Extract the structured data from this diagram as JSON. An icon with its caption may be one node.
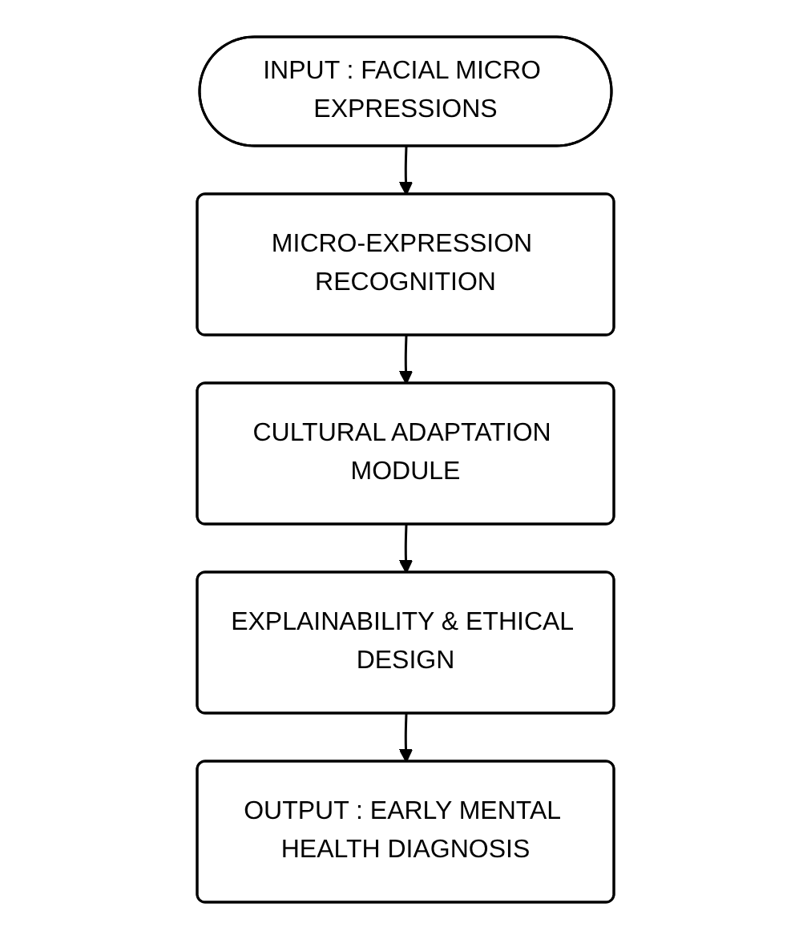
{
  "diagram": {
    "nodes": [
      {
        "text": [
          "INPUT : FACIAL MICRO EXPRESSIONS"
        ]
      },
      {
        "text": [
          "MICRO-EXPRESSION RECOGNITION"
        ]
      },
      {
        "text": [
          "CULTURAL ADAPTATION MODULE"
        ]
      },
      {
        "text": [
          "EXPLAINABILITY & ETHICAL DESIGN"
        ]
      },
      {
        "text": [
          "OUTPUT : EARLY MENTAL HEALTH DIAGNOSIS"
        ]
      }
    ],
    "edges": [
      {
        "from": 0,
        "to": 1,
        "arrow": "to"
      },
      {
        "from": 1,
        "to": 2,
        "arrow": "to"
      },
      {
        "from": 2,
        "to": 3,
        "arrow": "to"
      },
      {
        "from": 3,
        "to": 4,
        "arrow": "to"
      }
    ]
  }
}
